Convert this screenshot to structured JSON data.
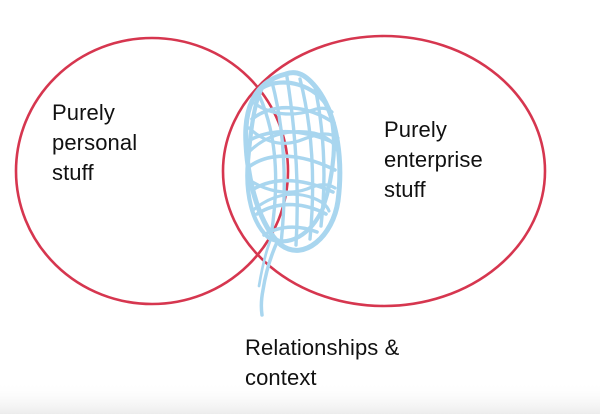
{
  "diagram": {
    "left_circle_label": "Purely\npersonal\nstuff",
    "right_circle_label": "Purely\nenterprise\nstuff",
    "overlap_label": "Relationships &\ncontext",
    "colors": {
      "circle_stroke": "#d6364f",
      "scribble": "#a9d6ef",
      "background": "#ffffff",
      "bottom_fade": "#ececec"
    }
  }
}
